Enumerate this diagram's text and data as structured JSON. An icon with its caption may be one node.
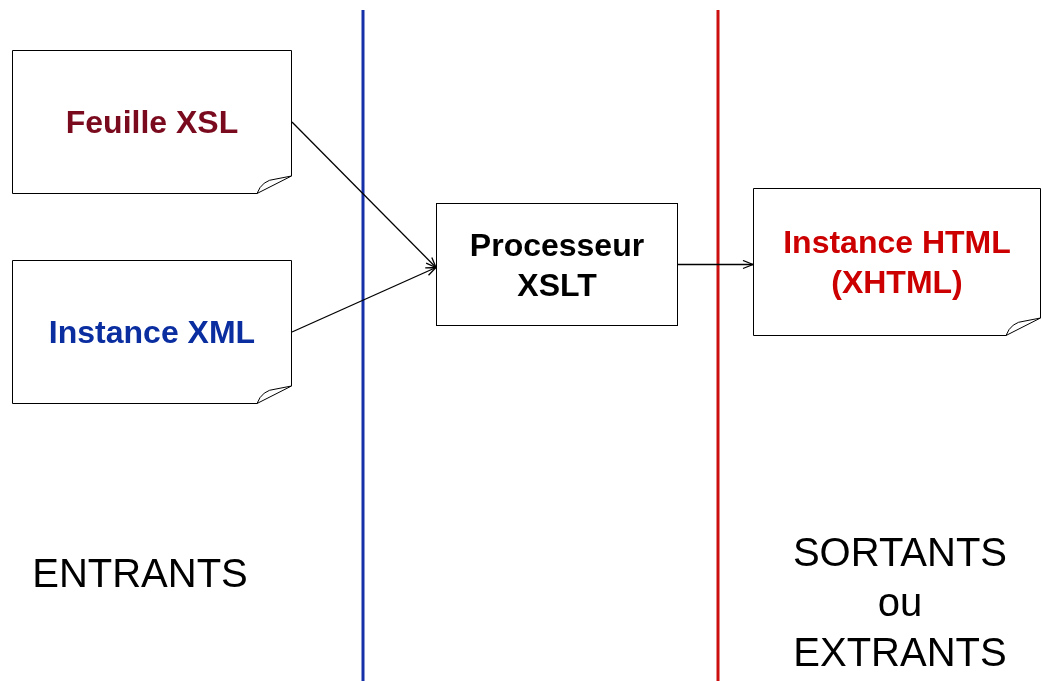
{
  "diagram": {
    "nodes": [
      {
        "text": [
          "Feuille XSL"
        ]
      },
      {
        "text": [
          "Instance XML"
        ]
      },
      {
        "text": [
          "Processeur XSLT"
        ]
      },
      {
        "text": [
          "Instance HTML (XHTML)"
        ]
      }
    ],
    "edges": [
      {
        "from": 0,
        "to": 2,
        "arrow": "to"
      },
      {
        "from": 1,
        "to": 2,
        "arrow": "to"
      },
      {
        "from": 2,
        "to": 3,
        "arrow": "to"
      }
    ],
    "labels": [
      "ENTRANTS",
      "SORTANTS ou EXTRANTS"
    ]
  }
}
